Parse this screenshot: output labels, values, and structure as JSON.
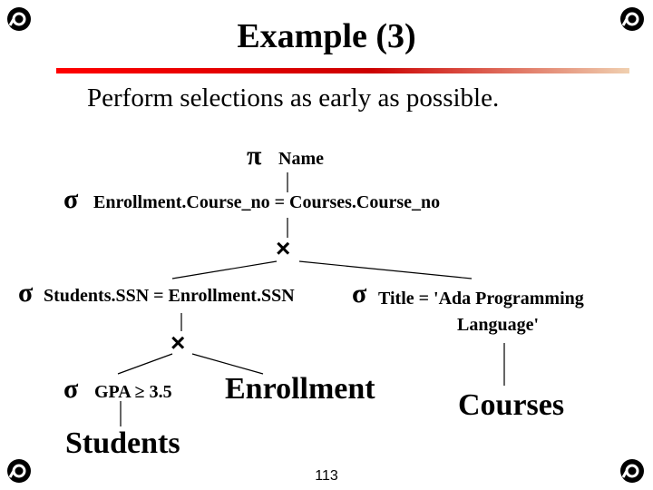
{
  "slide": {
    "title": "Example (3)",
    "subtitle": "Perform selections as early as possible.",
    "page_number": "113"
  },
  "tree": {
    "project_symbol": "π",
    "project_attr": "Name",
    "sigma": "σ",
    "join_condition": "Enrollment.Course_no = Courses.Course_no",
    "cross_symbol": "×",
    "ssn_condition": "Students.SSN = Enrollment.SSN",
    "title_condition_line1": "Title = 'Ada Programming",
    "title_condition_line2": "Language'",
    "gpa_condition": "GPA ≥ 3.5",
    "enrollment": "Enrollment",
    "courses": "Courses",
    "students": "Students"
  },
  "colors": {
    "accent_rule": "#cc0000",
    "corner_icon": "#000000"
  }
}
